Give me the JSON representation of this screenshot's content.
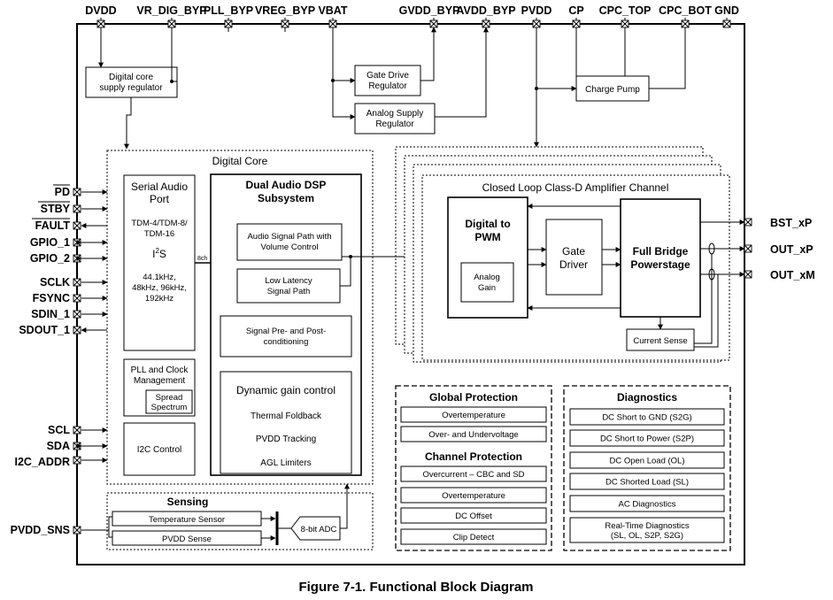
{
  "caption": "Figure 7-1. Functional Block Diagram",
  "top_pins": [
    "DVDD",
    "VR_DIG_BYP",
    "PLL_BYP",
    "VREG_BYP",
    "VBAT",
    "GVDD_BYP",
    "AVDD_BYP",
    "PVDD",
    "CP",
    "CPC_TOP",
    "CPC_BOT",
    "GND"
  ],
  "left_pins": [
    "PD",
    "STBY",
    "FAULT",
    "GPIO_1",
    "GPIO_2",
    "SCLK",
    "FSYNC",
    "SDIN_1",
    "SDOUT_1",
    "SCL",
    "SDA",
    "I2C_ADDR",
    "PVDD_SNS"
  ],
  "right_pins": [
    "BST_xP",
    "OUT_xP",
    "OUT_xM"
  ],
  "regulators": {
    "digital_core_line1": "Digital core",
    "digital_core_line2": "supply regulator",
    "gate_drive_line1": "Gate Drive",
    "gate_drive_line2": "Regulator",
    "analog_supply_line1": "Analog Supply",
    "analog_supply_line2": "Regulator",
    "charge_pump": "Charge Pump"
  },
  "digital_core": {
    "title": "Digital Core",
    "serial_audio": {
      "title_line1": "Serial Audio",
      "title_line2": "Port",
      "fmt_line1": "TDM-4/TDM-8/",
      "fmt_line2": "TDM-16",
      "i2s_base": "I",
      "i2s_sup": "2",
      "i2s_end": "S",
      "rates_line1": "44.1kHz,",
      "rates_line2": "48kHz, 96kHz,",
      "rates_line3": "192kHz"
    },
    "ch_label": "8ch",
    "pll_line1": "PLL and Clock",
    "pll_line2": "Management",
    "spread_line1": "Spread",
    "spread_line2": "Spectrum",
    "i2c_control": "I2C Control",
    "dsp_title_line1": "Dual Audio DSP",
    "dsp_title_line2": "Subsystem",
    "audio_path_line1": "Audio Signal Path with",
    "audio_path_line2": "Volume Control",
    "low_latency_line1": "Low Latency",
    "low_latency_line2": "Signal Path",
    "pre_post_line1": "Signal Pre- and Post-",
    "pre_post_line2": "conditioning",
    "dyn_gain": "Dynamic gain control",
    "thermal_foldback": "Thermal Foldback",
    "pvdd_tracking": "PVDD Tracking",
    "agl": "AGL Limiters"
  },
  "amplifier": {
    "title": "Closed Loop Class-D Amplifier Channel",
    "d2p_line1": "Digital to",
    "d2p_line2": "PWM",
    "analog_gain_line1": "Analog",
    "analog_gain_line2": "Gain",
    "gate_driver_line1": "Gate",
    "gate_driver_line2": "Driver",
    "full_bridge_line1": "Full Bridge",
    "full_bridge_line2": "Powerstage",
    "current_sense": "Current Sense"
  },
  "protection": {
    "global_title": "Global Protection",
    "global_items": [
      "Overtemperature",
      "Over- and Undervoltage"
    ],
    "channel_title": "Channel Protection",
    "channel_items": [
      "Overcurrent – CBC and SD",
      "Overtemperature",
      "DC Offset",
      "Clip Detect"
    ]
  },
  "diagnostics": {
    "title": "Diagnostics",
    "items": [
      "DC Short to GND (S2G)",
      "DC Short to Power (S2P)",
      "DC Open Load (OL)",
      "DC Shorted Load (SL)",
      "AC Diagnostics"
    ],
    "last_line1": "Real-Time Diagnostics",
    "last_line2": "(SL, OL, S2P, S2G)"
  },
  "sensing": {
    "title": "Sensing",
    "temp": "Temperature Sensor",
    "pvdd": "PVDD Sense",
    "adc": "8-bit ADC"
  }
}
